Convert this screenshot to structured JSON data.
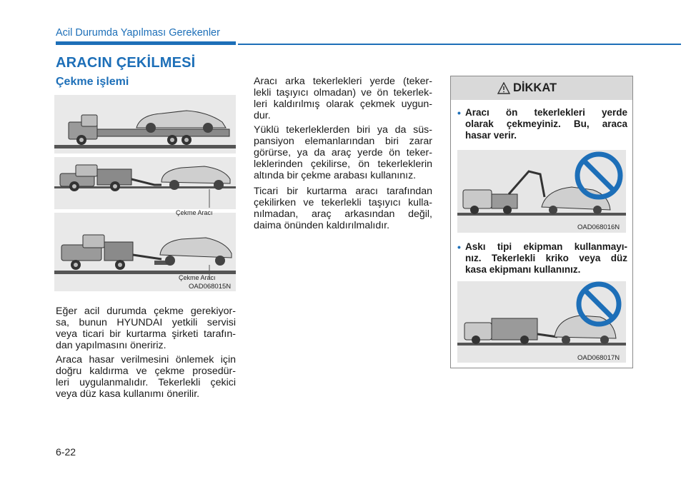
{
  "section_header": "Acil Durumda Yapılması Gerekenler",
  "page_title": "ARACIN ÇEKİLMESİ",
  "subtitle": "Çekme işlemi",
  "figure_main": {
    "label_1": "Çekme Aracı",
    "label_2": "Çekme Aracı",
    "code": "OAD068015N"
  },
  "left_paragraphs": [
    [
      "Eğer acil durumda çekme gerekiyor-",
      "sa, bunun HYUNDAI yetkili servisi",
      "veya ticari bir kurtarma şirketi tarafın-",
      "dan yapılmasını öneririz."
    ],
    [
      "Araca hasar verilmesini önlemek için",
      "doğru kaldırma ve çekme prosedür-",
      "leri uygulanmalıdır. Tekerlekli çekici",
      "veya düz kasa kullanımı önerilir."
    ]
  ],
  "middle_paragraphs": [
    [
      "Aracı arka tekerlekleri yerde (teker-",
      "lekli taşıyıcı olmadan) ve ön tekerlek-",
      "leri kaldırılmış olarak çekmek uygun-",
      "dur."
    ],
    [
      "Yüklü tekerleklerden biri ya da süs-",
      "pansiyon elemanlarından biri zarar",
      "görürse, ya da araç yerde ön teker-",
      "leklerinden çekilirse, ön tekerleklerin",
      "altında bir çekme arabası kullanınız."
    ],
    [
      "Ticari bir kurtarma aracı tarafından",
      "çekilirken ve tekerlekli taşıyıcı kulla-",
      "nılmadan, araç arkasından değil,",
      "daima önünden kaldırılmalıdır."
    ]
  ],
  "caution": {
    "title": "DİKKAT",
    "bullet_1": [
      "Aracı ön tekerlekleri yerde",
      "olarak çekmeyiniz. Bu, araca",
      "hasar verir."
    ],
    "figure_1_code": "OAD068016N",
    "bullet_2": [
      "Askı tipi ekipman kullanmayı-",
      "nız. Tekerlekli kriko veya düz",
      "kasa ekipmanı kullanınız."
    ],
    "figure_2_code": "OAD068017N"
  },
  "page_number": "6-22",
  "colors": {
    "accent": "#1d6fb8",
    "prohibit": "#1d6fb8",
    "figure_bg": "#e9e9e9"
  }
}
